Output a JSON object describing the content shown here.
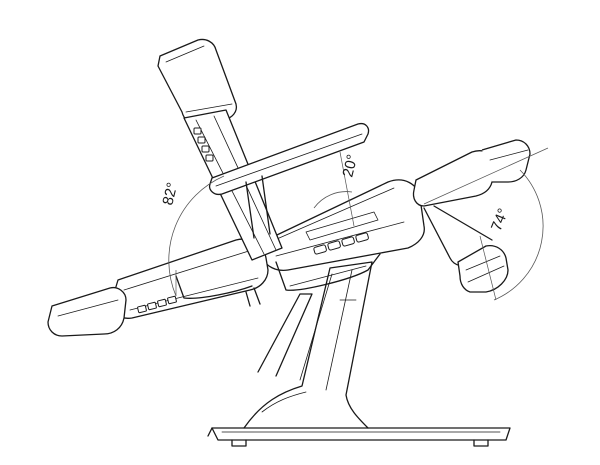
{
  "angles": {
    "backrest": "82°",
    "seat": "20°",
    "leg": "74°"
  },
  "colors": {
    "line": "#1a1a1a",
    "reference": "#555555",
    "background": "#ffffff"
  }
}
